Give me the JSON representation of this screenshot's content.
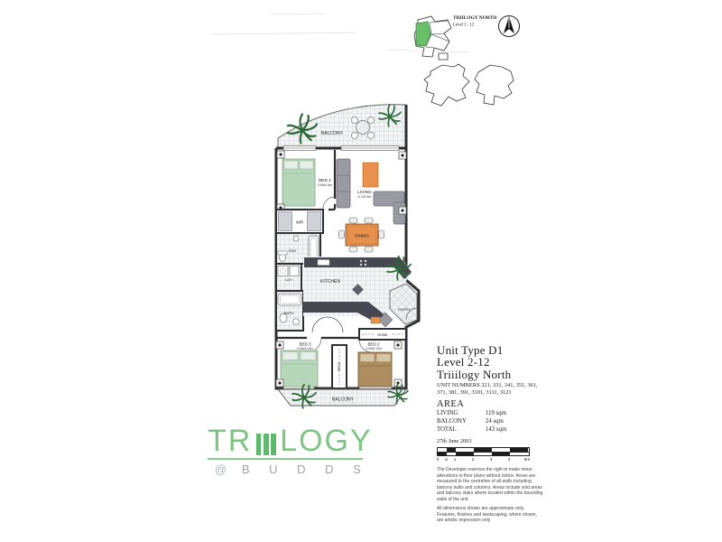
{
  "key_plan": {
    "title": "TRIILOGY NORTH",
    "subtitle": "Level 2 - 12",
    "highlight_color": "#6abf69"
  },
  "floor_plan": {
    "balcony_top": "BALCONY",
    "balcony_bottom": "BALCONY",
    "bed1_label": "BED 1",
    "bed1_dim": "3.65x3.4m",
    "living_label": "LIVING",
    "living_dim": "6.7x3.9m",
    "wir": "WIR",
    "ens": "ENS",
    "dining": "DINING",
    "ldy": "LDY",
    "kitchen": "KITCHEN",
    "bath": "BATH",
    "entry": "ENTRY",
    "robe_h": "ROBE",
    "robe_v": "ROBE",
    "bed3_label": "BED 3",
    "bed3_dim": "3.05x3.12m",
    "bed2_label": "BED 2",
    "bed2_dim": "3.05x3.12m"
  },
  "info": {
    "unit_type": "Unit Type D1",
    "level": "Level 2-12",
    "building": "Triiilogy North",
    "unit_numbers": "UNIT NUMBERS 321, 331, 341, 351, 361, 371, 381, 391, 3101, 3111, 3121",
    "area_heading": "AREA",
    "areas": [
      {
        "label": "LIVING",
        "value": "119 sqm"
      },
      {
        "label": "BALCONY",
        "value": "24 sqm"
      },
      {
        "label": "TOTAL",
        "value": "143 sqm"
      }
    ],
    "date": "27th June 2003",
    "scale_ticks": [
      "0",
      ".5",
      "1",
      "2",
      "3",
      "4",
      "5m"
    ],
    "disclaimer_1": "The Developer reserves the right to make minor alterations to floor plans without notice. Areas are measured to the centreline of all walls including balcony walls and columns. Areas include void areas and balcony stairs where located within the bounding walls of the unit.",
    "disclaimer_2": "All dimensions shown are approximate only. Features, finishes and landscaping, where shown, are artistic impression only."
  },
  "logo": {
    "prefix": "TR",
    "suffix": "LOGY",
    "tagline_at": "@",
    "tagline": "B U D D S",
    "green": "#7ec583",
    "gray": "#9fa3a7"
  }
}
